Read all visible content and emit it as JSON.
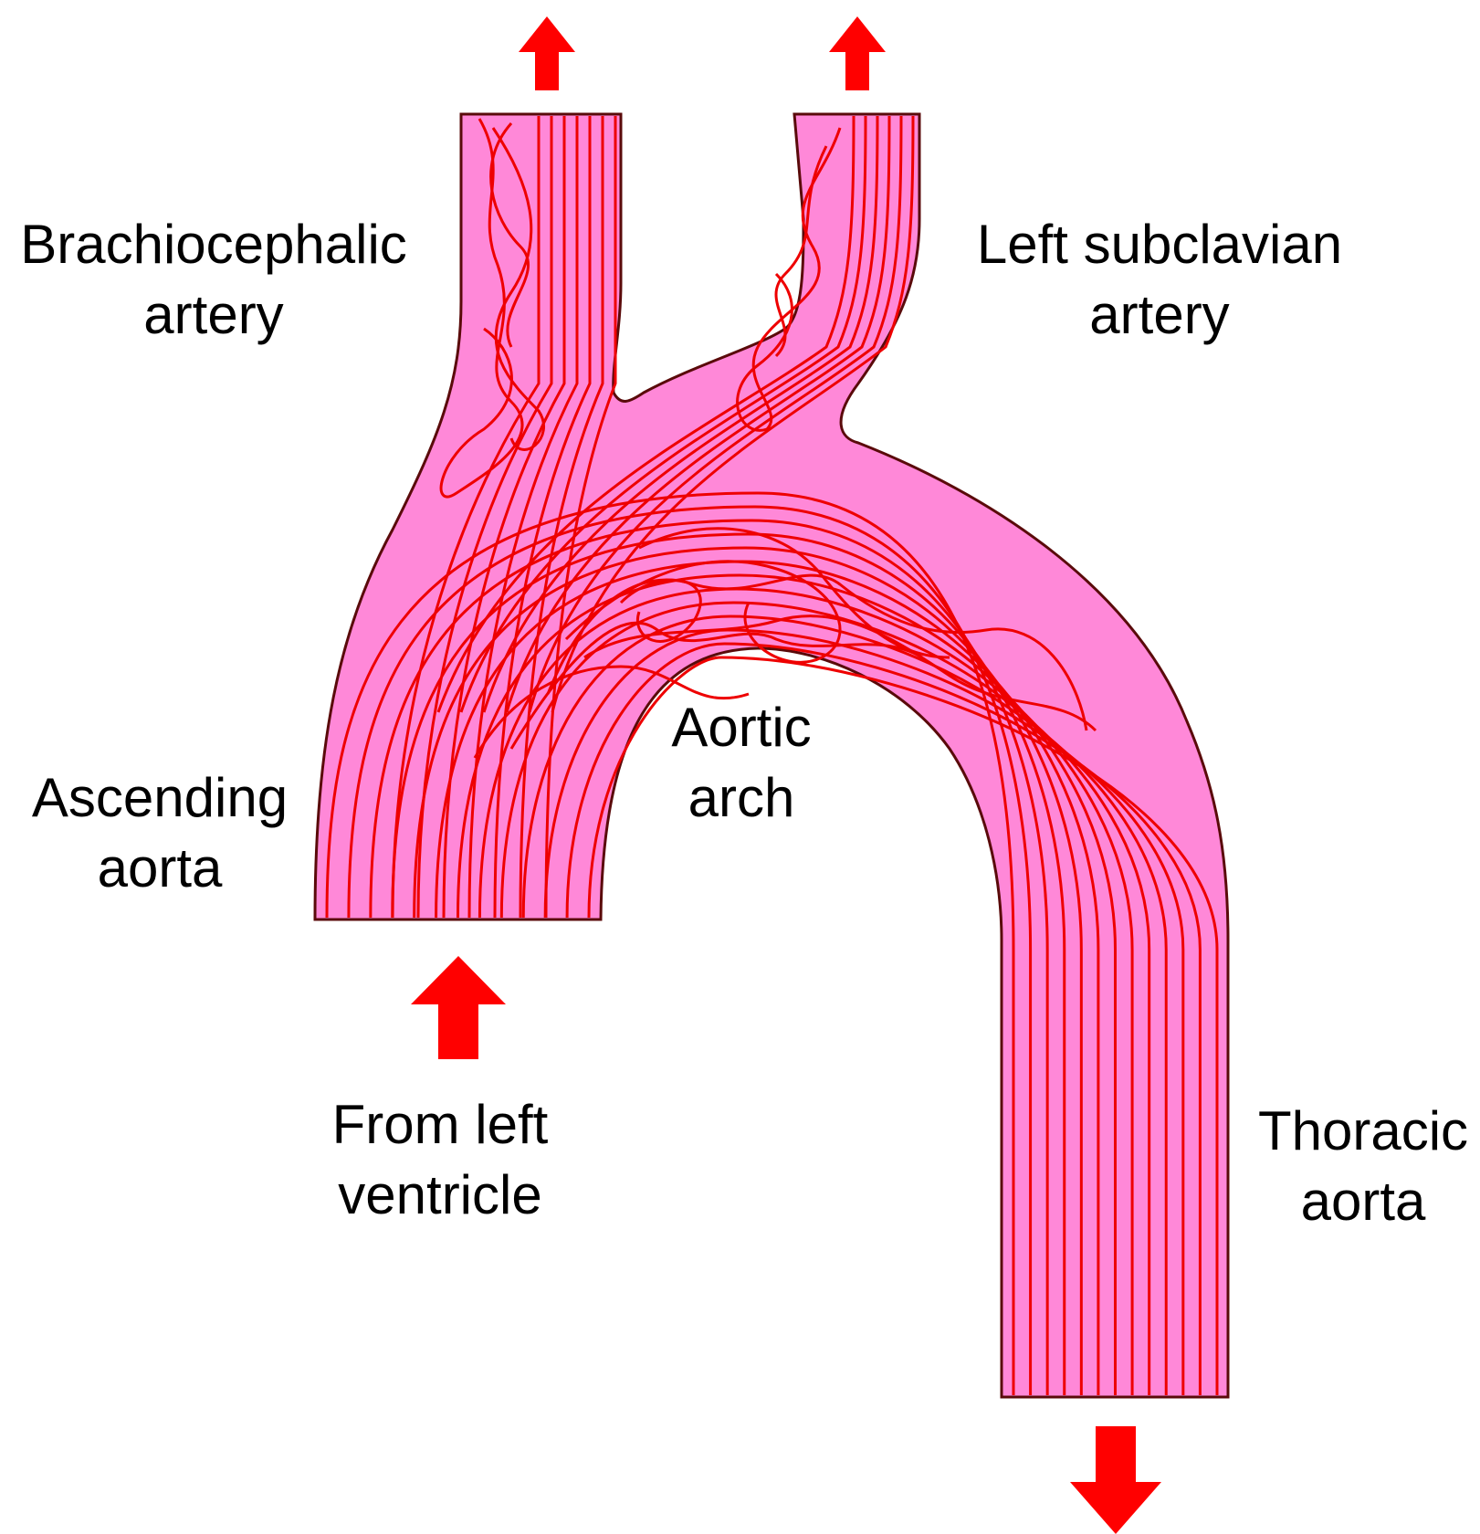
{
  "labels": {
    "brachiocephalic": [
      "Brachiocephalic",
      "artery"
    ],
    "left_subclavian": [
      "Left subclavian",
      "artery"
    ],
    "ascending": [
      "Ascending",
      "aorta"
    ],
    "aortic_arch": [
      "Aortic",
      "arch"
    ],
    "from_ventricle": [
      "From left",
      "ventricle"
    ],
    "thoracic": [
      "Thoracic",
      "aorta"
    ]
  },
  "colors": {
    "vessel_fill": "#ff88d8",
    "vessel_outline": "#5a0a0a",
    "streamline": "#ee0000",
    "arrow": "#ff0000",
    "text": "#000000"
  }
}
